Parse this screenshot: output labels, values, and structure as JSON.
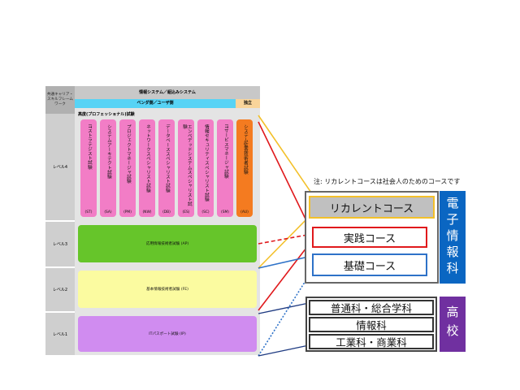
{
  "framework": {
    "header_left": "共通キャリア・スキルフレームワーク",
    "title": "情報システム／組込みシステム",
    "vendor_user": "ベンダ側／ユーザ側",
    "independent": "独立",
    "advanced_label": "高度(プロフェッショナル)試験",
    "levels": [
      "レベル4",
      "レベル3",
      "レベル2",
      "レベル1"
    ],
    "advanced_exams": [
      {
        "name": "ITストラテジスト試験",
        "code": "(ST)"
      },
      {
        "name": "システムアーキテクト試験",
        "code": "(SA)"
      },
      {
        "name": "プロジェクトマネージャ試験",
        "code": "(PM)"
      },
      {
        "name": "ネットワークスペシャリスト試験",
        "code": "(NW)"
      },
      {
        "name": "データベーススペシャリスト試験",
        "code": "(DB)"
      },
      {
        "name": "エンベデッドシステムスペシャリスト試験",
        "code": "(ES)"
      },
      {
        "name": "情報セキュリティスペシャリスト試験",
        "code": "(SC)"
      },
      {
        "name": "ITサービスマネージャ試験",
        "code": "(SM)"
      },
      {
        "name": "システム監査技術者試験",
        "code": "(AU)"
      }
    ],
    "ap": "応用情報技術者試験 (AP)",
    "fe": "基本情報技術者試験 (FE)",
    "ip": "ITパスポート試験 (IP)"
  },
  "note": "注: リカレントコースは社会人のためのコースです",
  "courses": {
    "recurrent": "リカレントコース",
    "practical": "実践コース",
    "basic": "基礎コース"
  },
  "dept_electronics": "電子情報科",
  "high_school_label": "高校",
  "high_schools": [
    "普通科・総合学科",
    "情報科",
    "工業科・商業科"
  ],
  "colors": {
    "pink": "#f27dc6",
    "orange": "#f47b20",
    "green": "#66c52a",
    "yellow": "#fbfba0",
    "lavender": "#d08cf0",
    "cyan": "#57d3f5",
    "dept_blue": "#0a66c2",
    "school_purple": "#7030a0",
    "red": "#e0191c",
    "blue": "#2e72c8",
    "gold": "#f3c02a",
    "navy": "#1f3b82"
  }
}
